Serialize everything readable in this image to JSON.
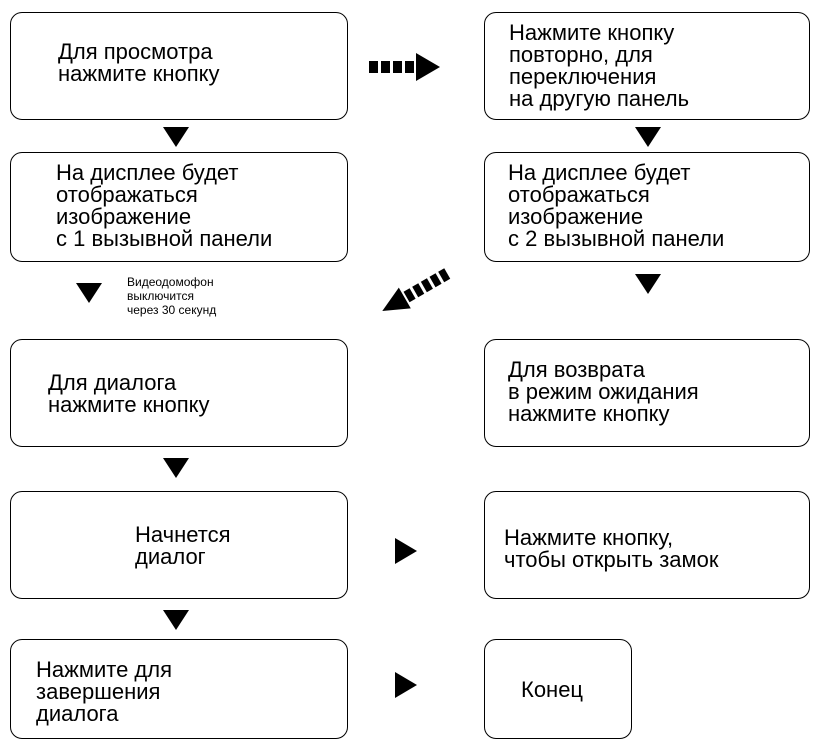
{
  "steps": {
    "view": {
      "label": "Для просмотра\nнажмите кнопку",
      "icon": "monitor-button-icon"
    },
    "panel1": {
      "label": "На дисплее будет\nотображаться\nизображение\nс 1 вызывной панели"
    },
    "switch": {
      "label": "Нажмите кнопку\nповторно, для\nпереключения\nна другую панель",
      "icon": "monitor-button-icon"
    },
    "panel2": {
      "label": "На дисплее будет\nотображаться\nизображение\nс 2 вызывной панели"
    },
    "timeout_note": "Видеодомофон\nвыключится\nчерез 30 секунд",
    "dialog": {
      "label": "Для диалога\nнажмите кнопку",
      "icon": "talk-button-icon"
    },
    "standby": {
      "label": "Для возврата\nв режим ожидания\nнажмите кнопку",
      "icon": "monitor-button-icon"
    },
    "dialog_start": {
      "label": "Начнется\nдиалог",
      "icon": "telephone-icon"
    },
    "unlock": {
      "label": "Нажмите кнопку,\nчтобы открыть замок",
      "icon": "key-button-icon"
    },
    "end_dialog": {
      "label": "Нажмите для\nзавершения\nдиалога",
      "icon": "talk-button-icon"
    },
    "end": {
      "label": "Конец"
    }
  },
  "colors": {
    "stroke": "#000000",
    "background": "#ffffff"
  }
}
